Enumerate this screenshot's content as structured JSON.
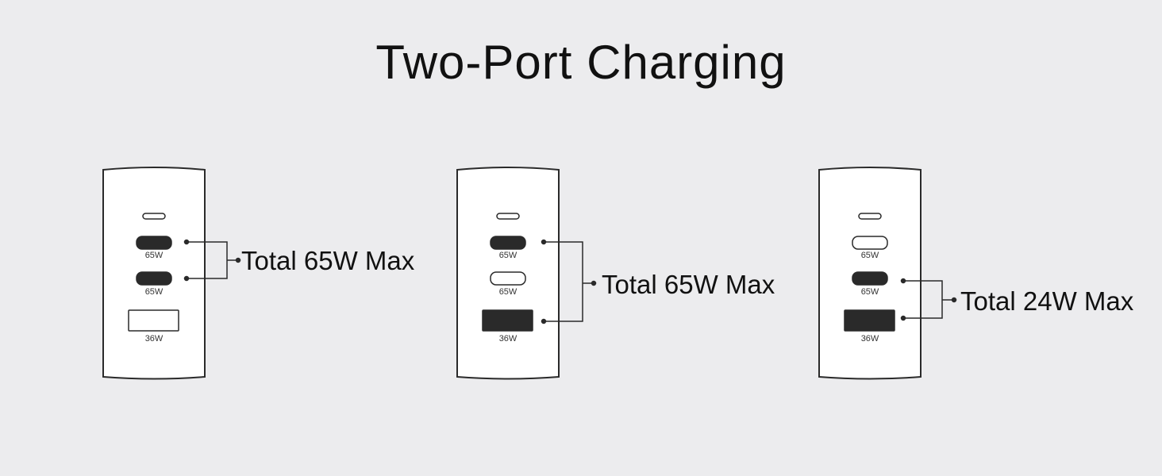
{
  "title": "Two-Port Charging",
  "configurations": [
    {
      "total_label": "Total 65W Max",
      "ports": [
        {
          "type": "usb-c",
          "label": "",
          "active": false
        },
        {
          "type": "usb-c",
          "label": "65W",
          "active": true
        },
        {
          "type": "usb-c",
          "label": "65W",
          "active": true
        },
        {
          "type": "usb-a",
          "label": "36W",
          "active": false
        }
      ]
    },
    {
      "total_label": "Total 65W Max",
      "ports": [
        {
          "type": "usb-c",
          "label": "",
          "active": false
        },
        {
          "type": "usb-c",
          "label": "65W",
          "active": true
        },
        {
          "type": "usb-c",
          "label": "65W",
          "active": false
        },
        {
          "type": "usb-a",
          "label": "36W",
          "active": true
        }
      ]
    },
    {
      "total_label": "Total 24W Max",
      "ports": [
        {
          "type": "usb-c",
          "label": "",
          "active": false
        },
        {
          "type": "usb-c",
          "label": "65W",
          "active": false
        },
        {
          "type": "usb-c",
          "label": "65W",
          "active": true
        },
        {
          "type": "usb-a",
          "label": "36W",
          "active": true
        }
      ]
    }
  ],
  "colors": {
    "background": "#ececee",
    "charger_fill": "#ffffff",
    "outline": "#2a2a2a",
    "active_port": "#2a2a2a"
  }
}
